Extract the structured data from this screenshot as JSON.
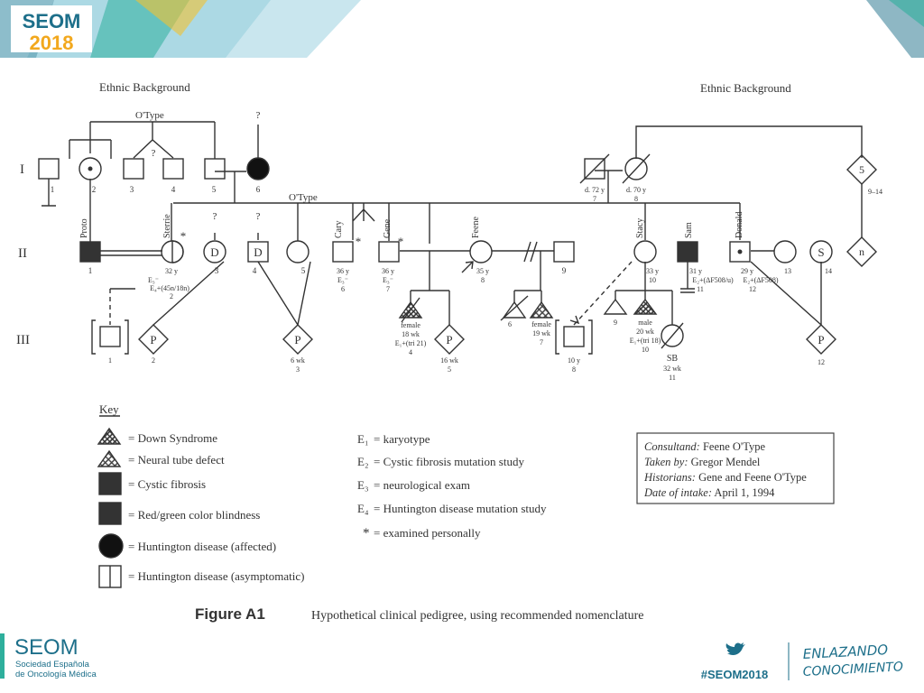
{
  "header": {
    "logo_text": "SEOM",
    "logo_year": "2018"
  },
  "pedigree": {
    "left_background": "Ethnic Background",
    "right_background": "Ethnic Background",
    "surname_top": "O'Type",
    "surname_mid": "O'Type",
    "generations": [
      "I",
      "II",
      "III"
    ],
    "question_mark": "?",
    "gen1": {
      "n1": "1",
      "n2": "2",
      "n3": "3",
      "n4": "4",
      "n5": "5",
      "n6": "6",
      "n7_label": "d. 72 y",
      "n7": "7",
      "n8_label": "d. 70 y",
      "n8": "8",
      "multi_count": "5",
      "multi_range": "9–14"
    },
    "gen2": {
      "proto": "Proto",
      "n1": "1",
      "sterrie": "Sterrie",
      "sterrie_age": "32 y",
      "sterrie_e3": "E₃⁻",
      "sterrie_e4": "E₄+(45n/18n)",
      "n2": "2",
      "d3": "D",
      "n3": "3",
      "d4": "D",
      "n4": "4",
      "n5": "5",
      "cary": "Cary",
      "cary_age": "36 y",
      "cary_e3": "E₃⁻",
      "n6": "6",
      "gene": "Gene",
      "gene_age": "36 y",
      "gene_e3": "E₃⁻",
      "n7": "7",
      "feene": "Feene",
      "feene_age": "35 y",
      "n8": "8",
      "n9": "9",
      "stacy": "Stacy",
      "stacy_age": "33 y",
      "n10": "10",
      "sam": "Sam",
      "sam_age": "31 y",
      "sam_e2": "E₂+(ΔF508/u)",
      "n11": "11",
      "donald": "Donald",
      "donald_age": "29 y",
      "donald_e2": "E₂+(ΔF508)",
      "n12": "12",
      "n13": "13",
      "s14": "S",
      "n14": "14",
      "n_mark": "n"
    },
    "gen3": {
      "n1": "1",
      "p2": "P",
      "n2": "2",
      "p3": "P",
      "p3_age": "6 wk",
      "n3": "3",
      "f4_sex": "female",
      "f4_age": "18 wk",
      "f4_e1": "E₁+(tri 21)",
      "n4": "4",
      "p5": "P",
      "p5_age": "16 wk",
      "n5": "5",
      "n6": "6",
      "f7_sex": "female",
      "f7_age": "19 wk",
      "n7": "7",
      "c8_age": "10 y",
      "n8": "8",
      "n9": "9",
      "m10_sex": "male",
      "m10_age": "20 wk",
      "m10_e1": "E₁+(tri 18)",
      "n10": "10",
      "sb": "SB",
      "sb_age": "32 wk",
      "n11": "11",
      "p12": "P",
      "n12": "12"
    }
  },
  "key": {
    "title": "Key",
    "items": [
      "= Down Syndrome",
      "= Neural tube defect",
      "= Cystic fibrosis",
      "= Red/green color blindness",
      "= Huntington disease (affected)",
      "= Huntington disease (asymptomatic)"
    ],
    "e_codes": [
      {
        "code": "E₁",
        "text": "= karyotype"
      },
      {
        "code": "E₂",
        "text": "= Cystic fibrosis mutation study"
      },
      {
        "code": "E₃",
        "text": "= neurological exam"
      },
      {
        "code": "E₄",
        "text": "= Huntington disease mutation study"
      },
      {
        "code": "*",
        "text": "= examined personally"
      }
    ]
  },
  "info_box": [
    {
      "label": "Consultand:",
      "value": "Feene O'Type"
    },
    {
      "label": "Taken by:",
      "value": "Gregor Mendel"
    },
    {
      "label": "Historians:",
      "value": "Gene and Feene O'Type"
    },
    {
      "label": "Date of intake:",
      "value": "April 1, 1994"
    }
  ],
  "figure": {
    "label": "Figure A1",
    "caption": "Hypothetical clinical pedigree, using recommended nomenclature"
  },
  "footer": {
    "seom": "SEOM",
    "society_line1": "Sociedad Española",
    "society_line2": "de Oncología Médica",
    "hashtag": "#SEOM2018",
    "slogan_line1": "ENLAZANDO",
    "slogan_line2": "CONOCIMIENTO"
  },
  "colors": {
    "brand_teal": "#1d6f8a",
    "accent_green": "#2eaf9c",
    "accent_yellow": "#f2c230"
  }
}
